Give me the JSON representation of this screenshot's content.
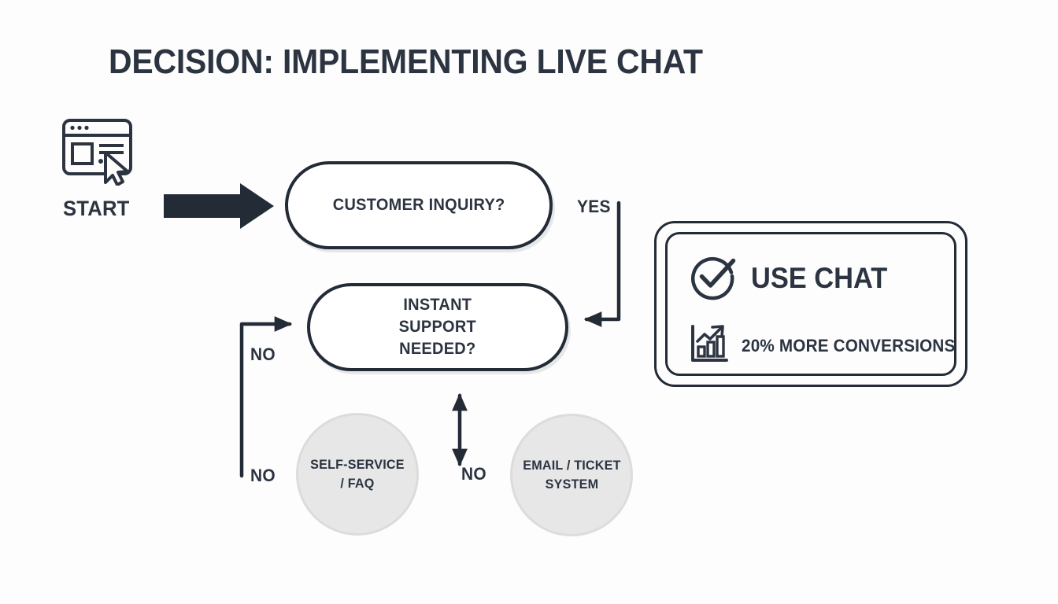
{
  "page": {
    "title": "DECISION: IMPLEMENTING LIVE CHAT",
    "background_color": "#fdfdfd",
    "ink_color": "#2b3440",
    "node_fill_color": "#ffffff",
    "circle_fill_color": "#e7e7e8"
  },
  "start": {
    "label": "START",
    "icon": "browser-window-cursor-icon"
  },
  "nodes": {
    "customer_inquiry": {
      "label": "CUSTOMER INQUIRY?",
      "shape": "pill"
    },
    "instant_support": {
      "label": "INSTANT\nSUPPORT\nNEEDED?",
      "shape": "pill"
    },
    "self_service": {
      "label": "SELF-SERVICE\n/ FAQ",
      "shape": "circle"
    },
    "email_ticket": {
      "label": "EMAIL / TICKET\nSYSTEM",
      "shape": "circle"
    }
  },
  "outcome": {
    "title": "USE CHAT",
    "title_icon": "check-circle-icon",
    "metric": "20% MORE CONVERSIONS",
    "metric_icon": "bar-chart-growth-icon"
  },
  "edges": {
    "start_to_inquiry": {
      "label": "",
      "style": "thick-block-arrow"
    },
    "inquiry_yes": {
      "label": "YES"
    },
    "instant_no_top": {
      "label": "NO"
    },
    "instant_no_bottom": {
      "label": "NO"
    },
    "instant_no_middle": {
      "label": "NO"
    }
  }
}
